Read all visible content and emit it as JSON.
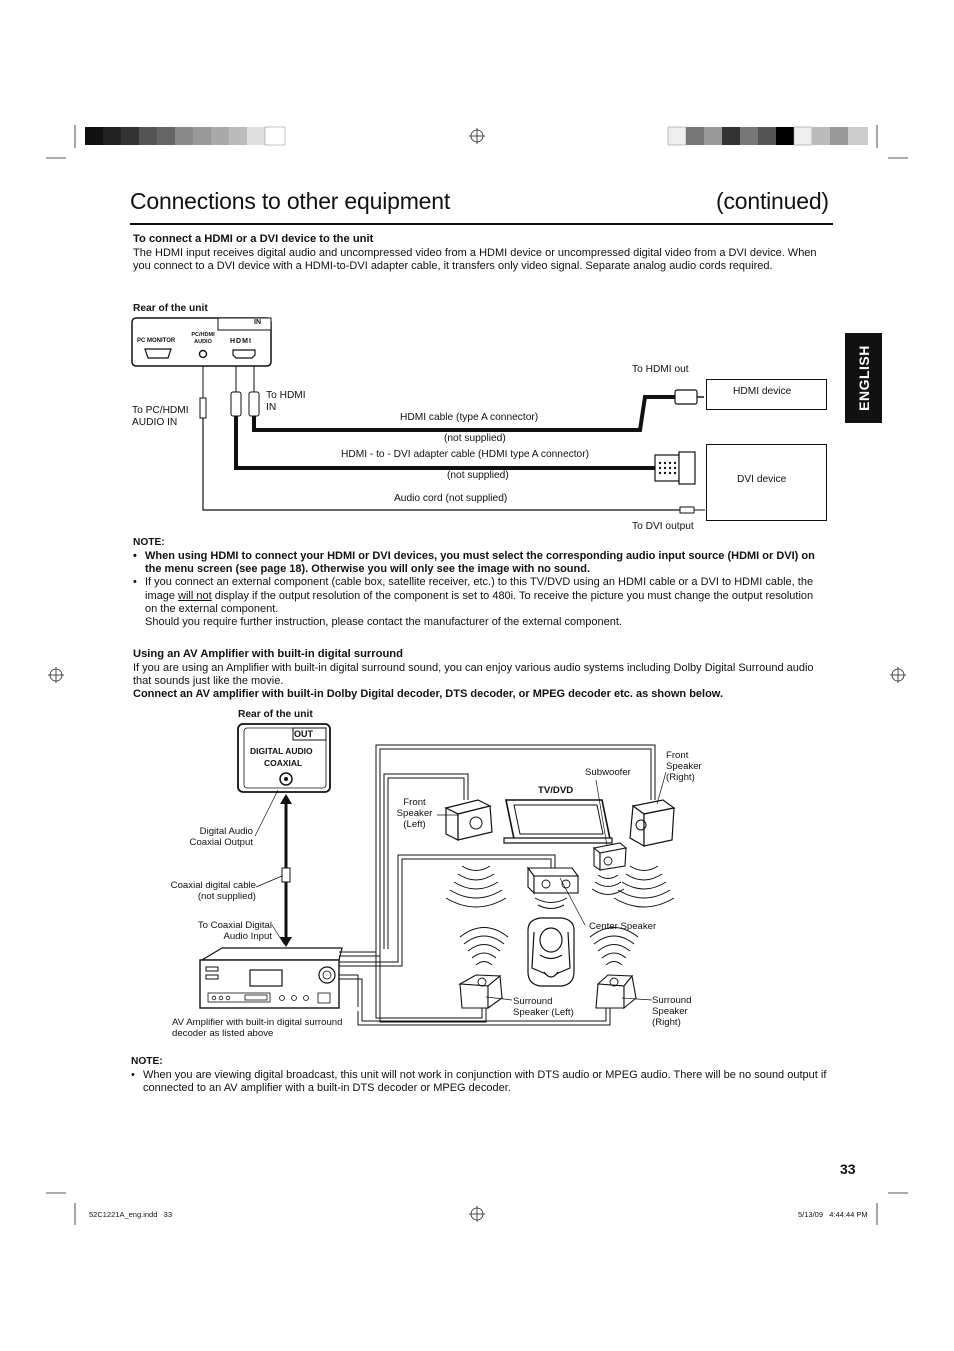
{
  "header": {
    "title": "Connections to other equipment",
    "title_suffix": "(continued)",
    "language_tab": "ENGLISH",
    "page_number": "33"
  },
  "hdmi_section": {
    "heading": "To connect a HDMI or a DVI device to the unit",
    "body": "The HDMI input receives digital audio and uncompressed video from a HDMI device or uncompressed digital video from a DVI device. When you connect to a DVI device with a HDMI-to-DVI adapter cable, it transfers only video signal. Separate analog audio cords required.",
    "diagram": {
      "rear_label": "Rear of the unit",
      "panel_in": "IN",
      "port_pc_monitor": "PC MONITOR",
      "port_pc_hdmi_audio": "PC/HDMI AUDIO",
      "port_hdmi": "HDMI",
      "to_hdmi_in": "To HDMI IN",
      "to_pc_hdmi_audio_in": "To PC/HDMI AUDIO IN",
      "to_hdmi_out": "To HDMI out",
      "hdmi_cable": "HDMI cable (type A connector)",
      "not_supplied_1": "(not supplied)",
      "adapter_cable": "HDMI - to - DVI adapter cable (HDMI type A connector)",
      "not_supplied_2": "(not supplied)",
      "audio_cord": "Audio cord (not supplied)",
      "to_dvi_output": "To DVI output",
      "hdmi_device": "HDMI device",
      "dvi_device": "DVI device"
    },
    "note_heading": "NOTE:",
    "note_1": "When using HDMI to connect your HDMI or DVI devices, you must select the corresponding audio input source (HDMI or DVI) on the menu screen (see page 18). Otherwise you will only see the image with no sound.",
    "note_2_before": "If you connect an external component (cable box, satellite receiver, etc.) to this TV/DVD using an HDMI cable or a DVI to HDMI cable, the image ",
    "note_2_underlined": "will not",
    "note_2_after": " display if the output resolution of the component is set to 480i. To receive the picture you must change the output resolution on the external component.",
    "note_2_extra": "Should you require further instruction, please contact the manufacturer of the external component."
  },
  "amp_section": {
    "heading": "Using an AV Amplifier with built-in digital surround",
    "body": "If you are using an Amplifier with built-in digital surround sound, you can enjoy various audio systems including Dolby Digital Surround audio that sounds just like the movie.",
    "bold_line": "Connect an AV amplifier with built-in Dolby Digital decoder, DTS decoder, or MPEG decoder etc. as shown below.",
    "diagram": {
      "rear_label": "Rear of the unit",
      "panel_out": "OUT",
      "panel_digital_audio": "DIGITAL AUDIO",
      "panel_coaxial": "COAXIAL",
      "digital_audio_coaxial_output": "Digital Audio Coaxial Output",
      "coaxial_cable": "Coaxial digital cable (not supplied)",
      "to_coaxial_input": "To Coaxial Digital Audio Input",
      "amp_caption": "AV Amplifier with built-in digital surround decoder as listed above",
      "front_left": "Front Speaker (Left)",
      "tv_dvd": "TV/DVD",
      "subwoofer": "Subwoofer",
      "front_right": "Front Speaker (Right)",
      "center": "Center Speaker",
      "surround_left": "Surround Speaker (Left)",
      "surround_right": "Surround Speaker (Right)"
    },
    "note_heading": "NOTE:",
    "note_1": "When you are viewing digital broadcast, this unit will not work in conjunction with DTS audio or MPEG audio. There will be no sound output if connected to an AV amplifier with a built-in DTS decoder or MPEG decoder."
  },
  "footer": {
    "file": "52C1221A_eng.indd   33",
    "timestamp": "5/13/09   4:44:44 PM"
  }
}
